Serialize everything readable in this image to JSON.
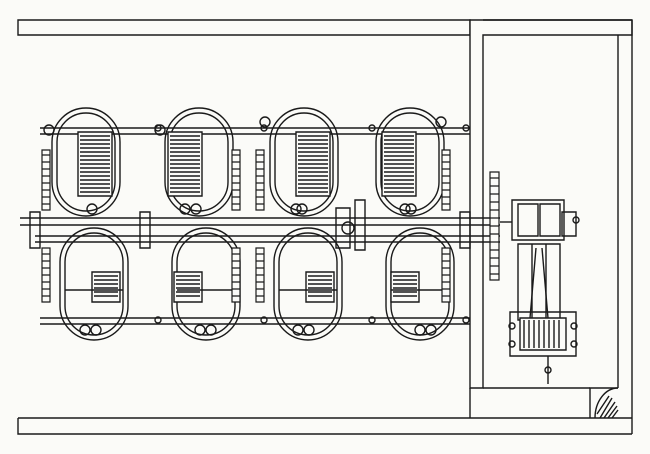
{
  "figure": {
    "ink_color": "#1a1a1a",
    "paper_color": "#fbfbf8",
    "upper_row_units": 4,
    "lower_row_units": 4,
    "engine_units": 1
  }
}
